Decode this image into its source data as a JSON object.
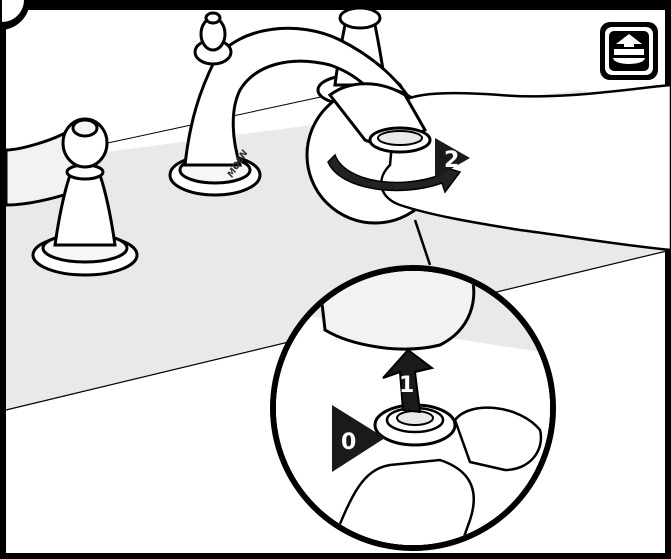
{
  "brand": "MOEN",
  "steps": {
    "step_0": "0",
    "step_1": "1",
    "step_2": "2"
  },
  "icons": {
    "corner_badge": "partial-circle-icon",
    "category_badge": "aerator-parts-icon",
    "rotation": "rotate-arrow-icon"
  },
  "colors": {
    "frame": "#000000",
    "counter_wall": "#e8e8e8",
    "background": "#ffffff",
    "step_marker": "#1a1a1a",
    "badge_fill": "#000000"
  }
}
